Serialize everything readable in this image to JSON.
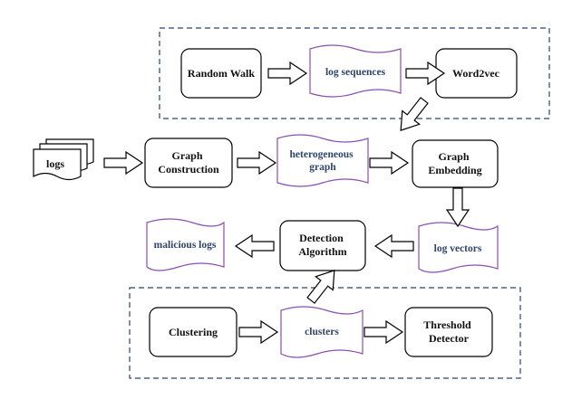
{
  "diagram": {
    "inputs": {
      "logs": "logs"
    },
    "processes": {
      "random_walk": "Random Walk",
      "word2vec": "Word2vec",
      "graph_construction": [
        "Graph",
        "Construction"
      ],
      "graph_embedding": [
        "Graph",
        "Embedding"
      ],
      "detection_algorithm": [
        "Detection",
        "Algorithm"
      ],
      "clustering": "Clustering",
      "threshold_detector": [
        "Threshold",
        "Detector"
      ]
    },
    "data_items": {
      "log_sequences": "log sequences",
      "heterogeneous_graph": [
        "heterogeneous",
        "graph"
      ],
      "log_vectors": "log vectors",
      "malicious_logs": "malicious logs",
      "clusters": "clusters"
    },
    "colors": {
      "box_stroke": "#000000",
      "data_stroke": "#8a4fb0",
      "data_text": "#2f4468",
      "dashed_border": "#2f4468"
    }
  }
}
